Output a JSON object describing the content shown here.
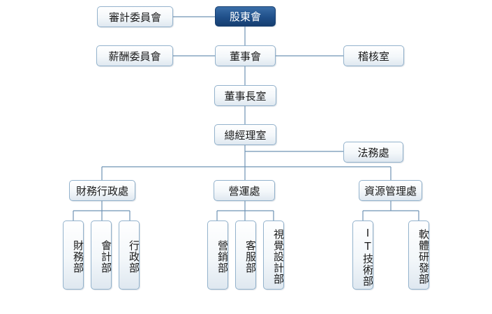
{
  "colors": {
    "connector": "#6f93b4",
    "node_border": "#93b2cc",
    "root_fill": "#1f4f89"
  },
  "nodes": {
    "audit_committee": "審計委員會",
    "shareholders": "股東會",
    "compensation_committee": "薪酬委員會",
    "board": "董事會",
    "audit_office": "稽核室",
    "chairman_office": "董事長室",
    "gm_office": "總經理室",
    "legal_office": "法務處",
    "finance_admin": "財務行政處",
    "operations": "營運處",
    "resources_mgmt": "資源管理處",
    "finance_dept": "財務部",
    "accounting_dept": "會計部",
    "admin_dept": "行政部",
    "marketing_dept": "營銷部",
    "customer_service_dept": "客服部",
    "visual_design_dept": "視覺設計部",
    "it_dept": "IT技術部",
    "software_rd_dept": "軟體研發部"
  }
}
